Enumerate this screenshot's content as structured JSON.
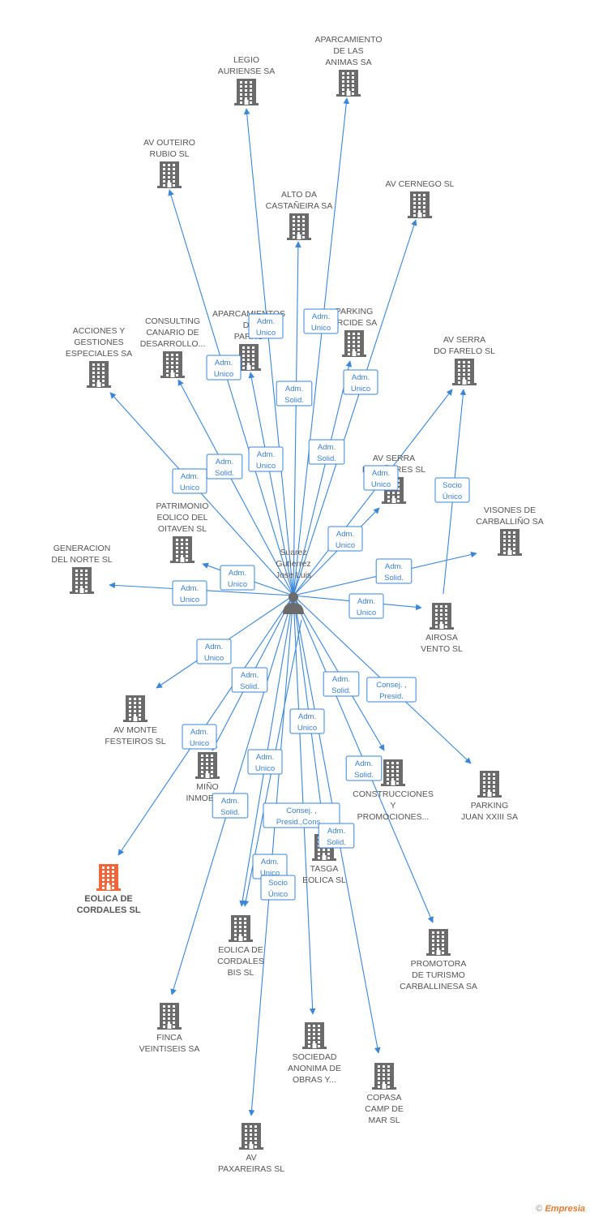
{
  "person": {
    "name_lines": [
      "Suarez",
      "Gutierrez",
      "Jose Luis"
    ],
    "icon": "person-icon"
  },
  "companies": [
    {
      "id": "legio",
      "lines": [
        "LEGIO",
        "AURIENSE SA"
      ]
    },
    {
      "id": "animas",
      "lines": [
        "APARCAMIENTO",
        "DE LAS",
        "ANIMAS SA"
      ]
    },
    {
      "id": "outeiro",
      "lines": [
        "AV OUTEIRO",
        "RUBIO SL"
      ]
    },
    {
      "id": "castaneira",
      "lines": [
        "ALTO DA",
        "CASTAÑEIRA SA"
      ]
    },
    {
      "id": "cernego",
      "lines": [
        "AV CERNEGO SL"
      ]
    },
    {
      "id": "acciones",
      "lines": [
        "ACCIONES Y",
        "GESTIONES",
        "ESPECIALES SA"
      ]
    },
    {
      "id": "consulting",
      "lines": [
        "CONSULTING",
        "CANARIO DE",
        "DESARROLLO..."
      ]
    },
    {
      "id": "aparc_parro",
      "lines": [
        "APARCAMIENTOS",
        "DE",
        "PARRO"
      ]
    },
    {
      "id": "parking_arcide",
      "lines": [
        "PARKING",
        "ARCIDE SA"
      ]
    },
    {
      "id": "serra_farelo",
      "lines": [
        "AV SERRA",
        "DO FARELO SL"
      ]
    },
    {
      "id": "serra_linares",
      "lines": [
        "AV SERRA",
        "DE LIÑARES SL"
      ]
    },
    {
      "id": "patrimonio",
      "lines": [
        "PATRIMONIO",
        "EOLICO DEL",
        "OITAVEN SL"
      ]
    },
    {
      "id": "visones",
      "lines": [
        "VISONES DE",
        "CARBALLIÑO SA"
      ]
    },
    {
      "id": "generacion",
      "lines": [
        "GENERACION",
        "DEL NORTE SL"
      ]
    },
    {
      "id": "airosa",
      "lines": [
        "AIROSA",
        "VENTO SL"
      ]
    },
    {
      "id": "monte",
      "lines": [
        "AV MONTE",
        "FESTEIROS SL"
      ]
    },
    {
      "id": "mino",
      "lines": [
        "MIÑO",
        "INMOBILIA"
      ]
    },
    {
      "id": "construcciones",
      "lines": [
        "CONSTRUCCIONES",
        "Y",
        "PROMOCIONES..."
      ]
    },
    {
      "id": "parking_juan",
      "lines": [
        "PARKING",
        "JUAN XXIII SA"
      ]
    },
    {
      "id": "eolica_cordales",
      "lines": [
        "EOLICA DE",
        "CORDALES SL"
      ],
      "highlight": true
    },
    {
      "id": "tasga",
      "lines": [
        "TASGA",
        "EOLICA  SL"
      ]
    },
    {
      "id": "eolica_bis",
      "lines": [
        "EOLICA DE",
        "CORDALES",
        "BIS SL"
      ]
    },
    {
      "id": "promotora",
      "lines": [
        "PROMOTORA",
        "DE TURISMO",
        "CARBALLINESA SA"
      ]
    },
    {
      "id": "finca",
      "lines": [
        "FINCA",
        "VEINTISEIS SA"
      ]
    },
    {
      "id": "sociedad",
      "lines": [
        "SOCIEDAD",
        "ANONIMA DE",
        "OBRAS Y..."
      ]
    },
    {
      "id": "copasa",
      "lines": [
        "COPASA",
        "CAMP DE",
        "MAR SL"
      ]
    },
    {
      "id": "paxareiras",
      "lines": [
        "AV",
        "PAXAREIRAS SL"
      ]
    }
  ],
  "roles": [
    {
      "id": "r_parro",
      "lines": [
        "Adm.",
        "Unico"
      ]
    },
    {
      "id": "r_animas",
      "lines": [
        "Adm.",
        "Unico"
      ]
    },
    {
      "id": "r_consulting",
      "lines": [
        "Adm.",
        "Unico"
      ]
    },
    {
      "id": "r_castaneira",
      "lines": [
        "Adm.",
        "Solid."
      ]
    },
    {
      "id": "r_cernego",
      "lines": [
        "Adm.",
        "Unico"
      ]
    },
    {
      "id": "r_arcide",
      "lines": [
        "Adm.",
        "Solid."
      ]
    },
    {
      "id": "r_acciones",
      "lines": [
        "Adm.",
        "Solid."
      ]
    },
    {
      "id": "r_outeiro",
      "lines": [
        "Adm.",
        "Unico"
      ]
    },
    {
      "id": "r_linares",
      "lines": [
        "Adm.",
        "Unico"
      ]
    },
    {
      "id": "r_patrimonio",
      "lines": [
        "Adm.",
        "Unico"
      ]
    },
    {
      "id": "r_farelo_socio",
      "lines": [
        "Socio",
        "Único"
      ]
    },
    {
      "id": "r_farelo",
      "lines": [
        "Adm.",
        "Unico"
      ]
    },
    {
      "id": "r_visones",
      "lines": [
        "Adm.",
        "Solid."
      ]
    },
    {
      "id": "r_patr2",
      "lines": [
        "Adm.",
        "Unico"
      ]
    },
    {
      "id": "r_generacion",
      "lines": [
        "Adm.",
        "Unico"
      ]
    },
    {
      "id": "r_airosa",
      "lines": [
        "Adm.",
        "Unico"
      ]
    },
    {
      "id": "r_monte",
      "lines": [
        "Adm.",
        "Unico"
      ]
    },
    {
      "id": "r_mino",
      "lines": [
        "Adm.",
        "Solid."
      ]
    },
    {
      "id": "r_construcciones",
      "lines": [
        "Adm.",
        "Solid."
      ]
    },
    {
      "id": "r_parking_juan",
      "lines": [
        "Consej. ,",
        "Presid."
      ]
    },
    {
      "id": "r_eolica",
      "lines": [
        "Adm.",
        "Unico"
      ]
    },
    {
      "id": "r_tasga_adm",
      "lines": [
        "Adm.",
        "Unico"
      ]
    },
    {
      "id": "r_paxareiras",
      "lines": [
        "Adm.",
        "Unico"
      ]
    },
    {
      "id": "r_const2",
      "lines": [
        "Adm.",
        "Solid."
      ]
    },
    {
      "id": "r_finca",
      "lines": [
        "Adm.",
        "Solid."
      ]
    },
    {
      "id": "r_tasga",
      "lines": [
        "Consej. ,",
        "Presid.,Cons..."
      ]
    },
    {
      "id": "r_tasga_solid",
      "lines": [
        "Adm.",
        "Solid."
      ]
    },
    {
      "id": "r_bis_socio",
      "lines": [
        "Socio",
        "Único"
      ]
    },
    {
      "id": "r_bis",
      "lines": [
        "Adm.",
        "Unico"
      ]
    }
  ],
  "brand": {
    "copyright": "©",
    "name": "Empresia"
  },
  "colors": {
    "edge": "#3a86d9",
    "building": "#6b6b6b",
    "highlight": "#f0663a",
    "role_text": "#3a7fd0"
  }
}
